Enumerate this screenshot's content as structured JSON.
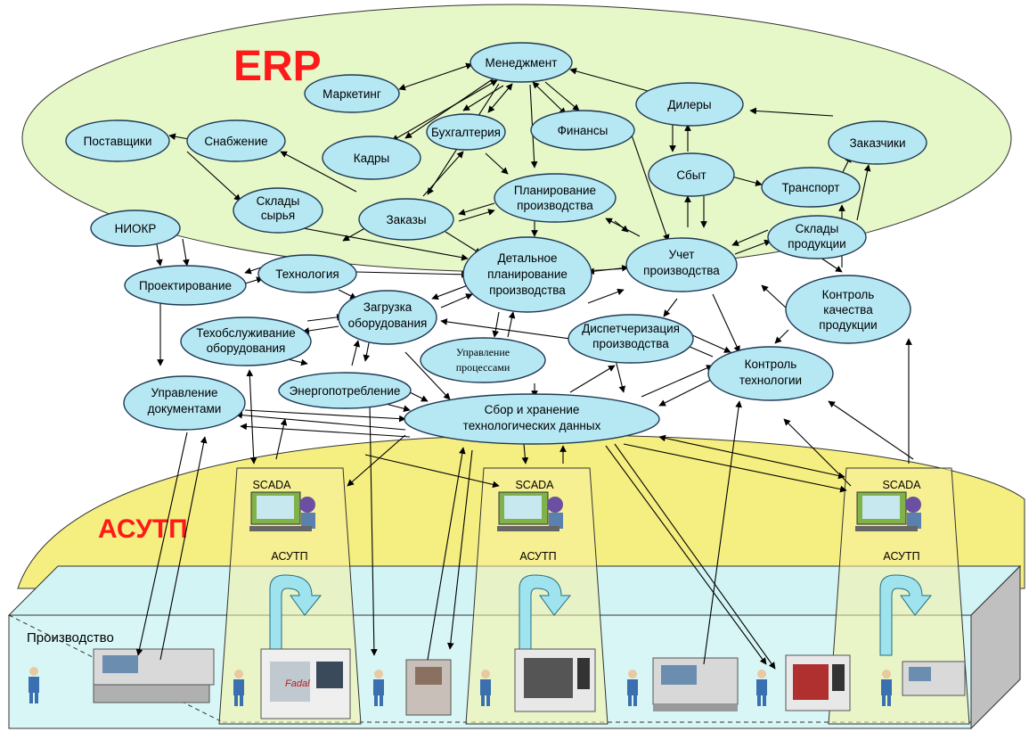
{
  "colors": {
    "erp_fill": "#e6f7c8",
    "asutp_fill": "#f5ee80",
    "production_fill": "#d8f6f6",
    "node_fill": "#b6e8f4",
    "label_red": "#ff1a1a"
  },
  "layers": {
    "erp_label": "ERP",
    "asutp_label": "АСУТП",
    "production_label": "Производство"
  },
  "scada_blocks": [
    {
      "scada": "SCADA",
      "asutp": "АСУТП"
    },
    {
      "scada": "SCADA",
      "asutp": "АСУТП"
    },
    {
      "scada": "SCADA",
      "asutp": "АСУТП"
    }
  ],
  "nodes": {
    "management": [
      "Менеджмент"
    ],
    "marketing": [
      "Маркетинг"
    ],
    "dealers": [
      "Дилеры"
    ],
    "suppliers": [
      "Поставщики"
    ],
    "supply": [
      "Снабжение"
    ],
    "hr": [
      "Кадры"
    ],
    "accounting": [
      "Бухгалтерия"
    ],
    "finance": [
      "Финансы"
    ],
    "customers": [
      "Заказчики"
    ],
    "sales": [
      "Сбыт"
    ],
    "transport": [
      "Транспорт"
    ],
    "raw_warehouse": [
      "Склады",
      "сырья"
    ],
    "orders": [
      "Заказы"
    ],
    "production_planning": [
      "Планирование",
      "производства"
    ],
    "product_warehouse": [
      "Склады",
      "продукции"
    ],
    "rnd": [
      "НИОКР"
    ],
    "detailed_planning": [
      "Детальное",
      "планирование",
      "производства"
    ],
    "production_accounting": [
      "Учет",
      "производства"
    ],
    "design": [
      "Проектирование"
    ],
    "technology": [
      "Технология"
    ],
    "equipment_loading": [
      "Загрузка",
      "оборудования"
    ],
    "quality_control": [
      "Контроль",
      "качества",
      "продукции"
    ],
    "maintenance": [
      "Техобслуживание",
      "оборудования"
    ],
    "dispatching": [
      "Диспетчеризация",
      "производства"
    ],
    "process_control": [
      "Управление",
      "процессами"
    ],
    "tech_control": [
      "Контроль",
      "технологии"
    ],
    "doc_management": [
      "Управление",
      "документами"
    ],
    "energy": [
      "Энергопотребление"
    ],
    "data_collection": [
      "Сбор и хранение",
      "технологических данных"
    ]
  }
}
